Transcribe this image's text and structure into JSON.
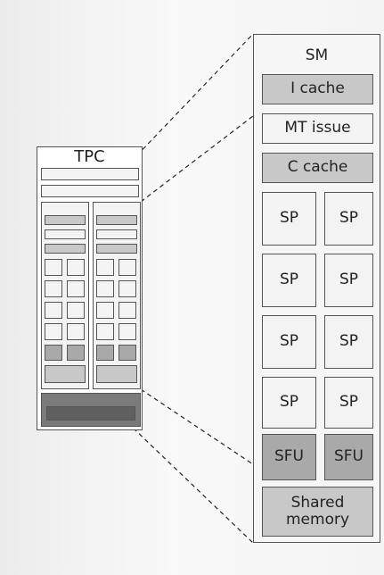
{
  "tpc": {
    "title": "TPC"
  },
  "sm": {
    "title": "SM",
    "icache": "I cache",
    "mt_issue": "MT issue",
    "ccache": "C cache",
    "sp_label": "SP",
    "sfu_label": "SFU",
    "shared_memory": "Shared\nmemory"
  },
  "colors": {
    "outline": "#555555",
    "light_fill": "#f3f3f3",
    "mid_fill": "#c8c8c8",
    "dark_fill": "#a9a9a9",
    "darkest_fill": "#7a7a7a"
  }
}
